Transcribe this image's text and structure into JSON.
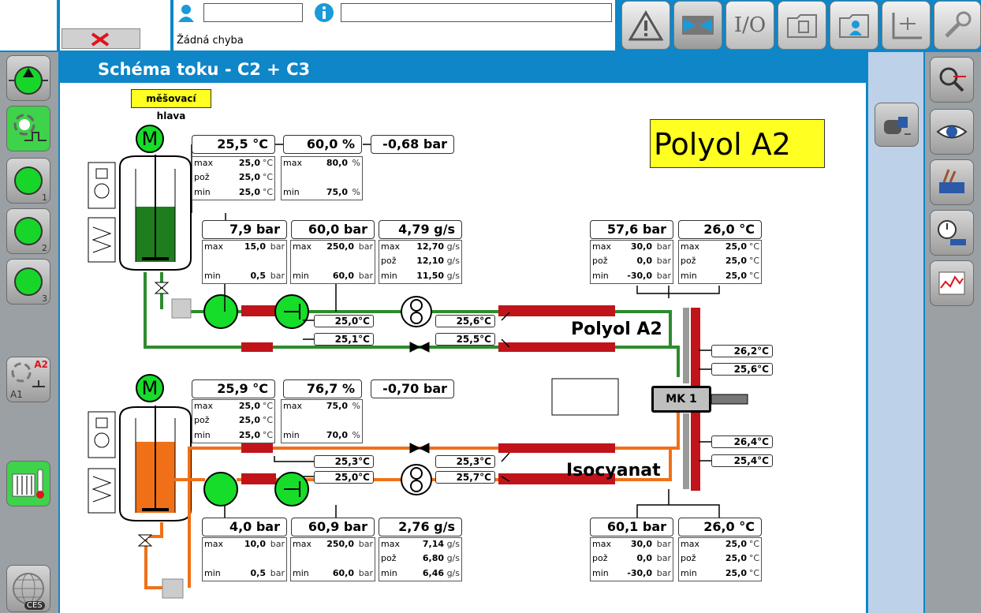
{
  "header": {
    "user_value": "",
    "info_value": "",
    "status_text": "Žádná chyba",
    "io_label": "I/O"
  },
  "page": {
    "title": "Schéma toku - C2 + C3",
    "mix_head_label": "měšovací hlava",
    "material_title": "Polyol A2",
    "line_label_polyol": "Polyol A2",
    "line_label_iso": "Isocyanat",
    "mk_label": "MK 1",
    "ces_label": "CES"
  },
  "left_buttons": [
    {
      "sub": ""
    },
    {
      "sub": ""
    },
    {
      "sub": "1"
    },
    {
      "sub": "2"
    },
    {
      "sub": "3"
    },
    {
      "sub": "A2",
      "sub2": "A1"
    }
  ],
  "polyol": {
    "temp": "25,5  °C",
    "level": "60,0  %",
    "pressure": "-0,68 bar",
    "temp_stats": {
      "max": "25,0",
      "poz": "25,0",
      "min": "25,0",
      "unit": "°C"
    },
    "level_stats": {
      "max": "80,0",
      "min": "75,0",
      "unit": "%"
    },
    "p1": "7,9  bar",
    "p2": "60,0  bar",
    "flow": "4,79  g/s",
    "p1_stats": {
      "max": "15,0",
      "min": "0,5",
      "unit": "bar"
    },
    "p2_stats": {
      "max": "250,0",
      "min": "60,0",
      "unit": "bar"
    },
    "flow_stats": {
      "max": "12,70",
      "poz": "12,10",
      "min": "11,50",
      "unit": "g/s"
    },
    "t_pump": "25,0°C",
    "t_return": "25,1°C",
    "t_line1": "25,6°C",
    "t_line2": "25,5°C",
    "head_p": "57,6  bar",
    "head_t": "26,0  °C",
    "head_p_stats": {
      "max": "30,0",
      "poz": "0,0",
      "min": "-30,0",
      "unit": "bar"
    },
    "head_t_stats": {
      "max": "25,0",
      "poz": "25,0",
      "min": "25,0",
      "unit": "°C"
    },
    "t_mk1": "26,2°C",
    "t_mk2": "25,6°C"
  },
  "iso": {
    "temp": "25,9  °C",
    "level": "76,7  %",
    "pressure": "-0,70 bar",
    "temp_stats": {
      "max": "25,0",
      "poz": "25,0",
      "min": "25,0",
      "unit": "°C"
    },
    "level_stats": {
      "max": "75,0",
      "min": "70,0",
      "unit": "%"
    },
    "p1": "4,0  bar",
    "p2": "60,9  bar",
    "flow": "2,76  g/s",
    "p1_stats": {
      "max": "10,0",
      "min": "0,5",
      "unit": "bar"
    },
    "p2_stats": {
      "max": "250,0",
      "min": "60,0",
      "unit": "bar"
    },
    "flow_stats": {
      "max": "7,14",
      "poz": "6,80",
      "min": "6,46",
      "unit": "g/s"
    },
    "t_return": "25,3°C",
    "t_pump": "25,0°C",
    "t_line1": "25,3°C",
    "t_line2": "25,7°C",
    "head_p": "60,1  bar",
    "head_t": "26,0  °C",
    "head_p_stats": {
      "max": "30,0",
      "poz": "0,0",
      "min": "-30,0",
      "unit": "bar"
    },
    "head_t_stats": {
      "max": "25,0",
      "poz": "25,0",
      "min": "25,0",
      "unit": "°C"
    },
    "t_mk1": "26,4°C",
    "t_mk2": "25,4°C"
  },
  "labels": {
    "max": "max",
    "poz": "pož",
    "min": "min"
  },
  "colors": {
    "header_blue": "#0e86c8",
    "pump_green": "#16dc2a",
    "polyol_green": "#1e7e1e",
    "iso_orange": "#f07018",
    "heater_red": "#c0141a",
    "material_yellow": "#ffff22"
  }
}
